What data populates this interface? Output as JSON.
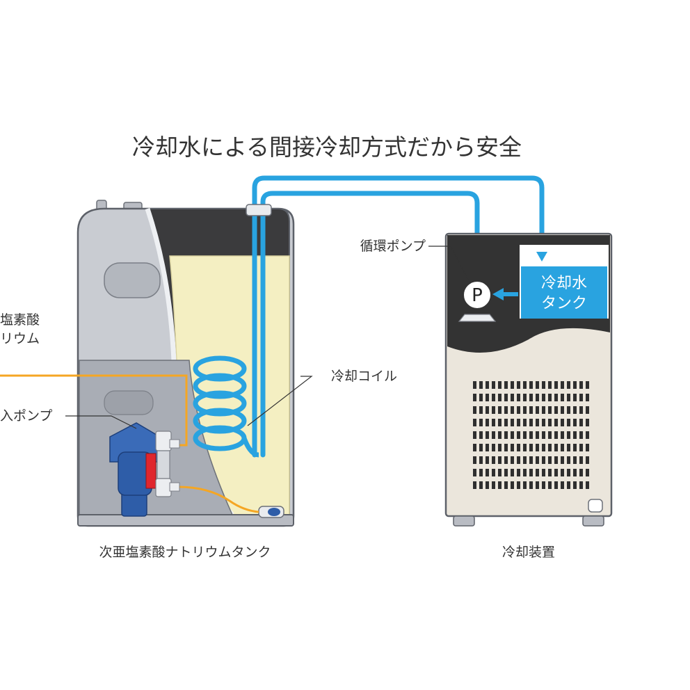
{
  "title": "冷却水による間接冷却方式だから安全",
  "labels": {
    "tank_content_line1": "塩素酸",
    "tank_content_line2": "リウム",
    "injection_pump": "入ポンプ",
    "circulation_pump": "循環ポンプ",
    "cooling_coil": "冷却コイル",
    "coolant_tank_line1": "冷却水",
    "coolant_tank_line2": "タンク",
    "pump_symbol": "P",
    "tank_caption": "次亜塩素酸ナトリウムタンク",
    "cooler_caption": "冷却装置"
  },
  "colors": {
    "coolant_pipe": "#29a3e0",
    "chemical_line": "#f5a623",
    "liquid": "#f4efc2",
    "tank_body": "#c9ccd2",
    "cooler_body": "#ebe6dc",
    "cooler_top": "#333333",
    "pump_blue": "#2e5da8",
    "pump_red": "#e0262d"
  }
}
